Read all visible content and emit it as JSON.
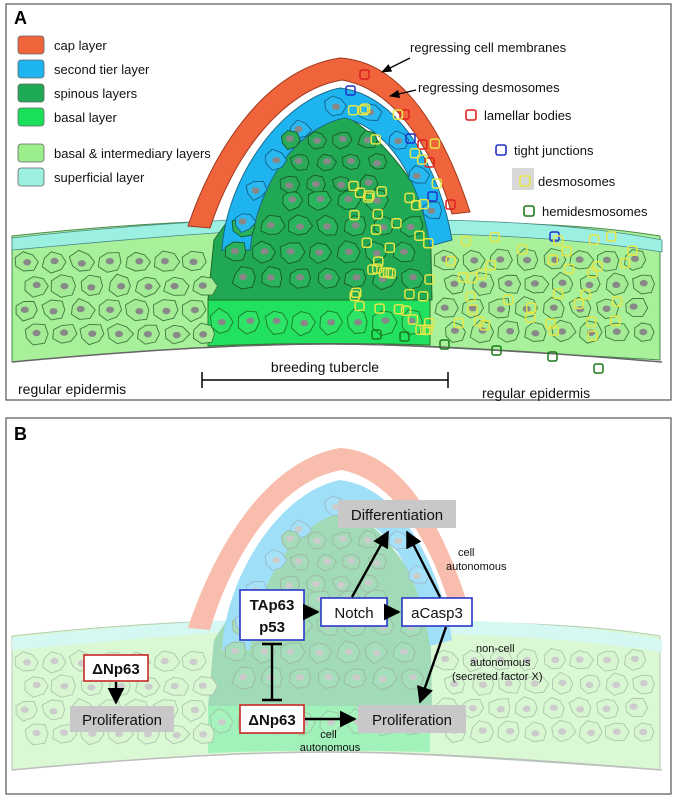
{
  "panelA": {
    "letter": "A",
    "legend": [
      {
        "label": "cap layer",
        "color": "#f0643c"
      },
      {
        "label": "second tier layer",
        "color": "#1eb4f0"
      },
      {
        "label": "spinous layers",
        "color": "#1eaa55"
      },
      {
        "label": "basal layer",
        "color": "#19e15a"
      },
      {
        "label": "basal & intermediary layers",
        "color": "#9bee8c"
      },
      {
        "label": "superficial layer",
        "color": "#9cf0e2"
      }
    ],
    "markers": [
      {
        "label": "lamellar bodies",
        "color": "#e02020"
      },
      {
        "label": "tight junctions",
        "color": "#2030c8"
      },
      {
        "label": "desmosomes",
        "color": "#e6e646"
      },
      {
        "label": "hemidesmosomes",
        "color": "#1a7a1a"
      }
    ],
    "annotations": {
      "membranes": "regressing cell membranes",
      "desmosomes": "regressing desmosomes"
    },
    "regions": {
      "tubercle": "breeding tubercle",
      "left": "regular epidermis",
      "right": "regular epidermis"
    }
  },
  "panelB": {
    "letter": "B",
    "nodes": {
      "tap63": "TAp63",
      "p53": "p53",
      "notch": "Notch",
      "acasp3": "aCasp3",
      "differentiation": "Differentiation",
      "dnp63_left": "ΔNp63",
      "dnp63_center": "ΔNp63",
      "prolif_left": "Proliferation",
      "prolif_center": "Proliferation"
    },
    "edge_labels": {
      "cell_auto_top": [
        "cell",
        "autonomous"
      ],
      "non_cell": [
        "non-cell",
        "autonomous",
        "(secreted factor X)"
      ],
      "cell_auto_bottom": [
        "cell",
        "autonomous"
      ]
    },
    "colors": {
      "red_box": "#c82828",
      "blue_box": "#2838c8",
      "gray_box": "#c8c8c8"
    }
  }
}
